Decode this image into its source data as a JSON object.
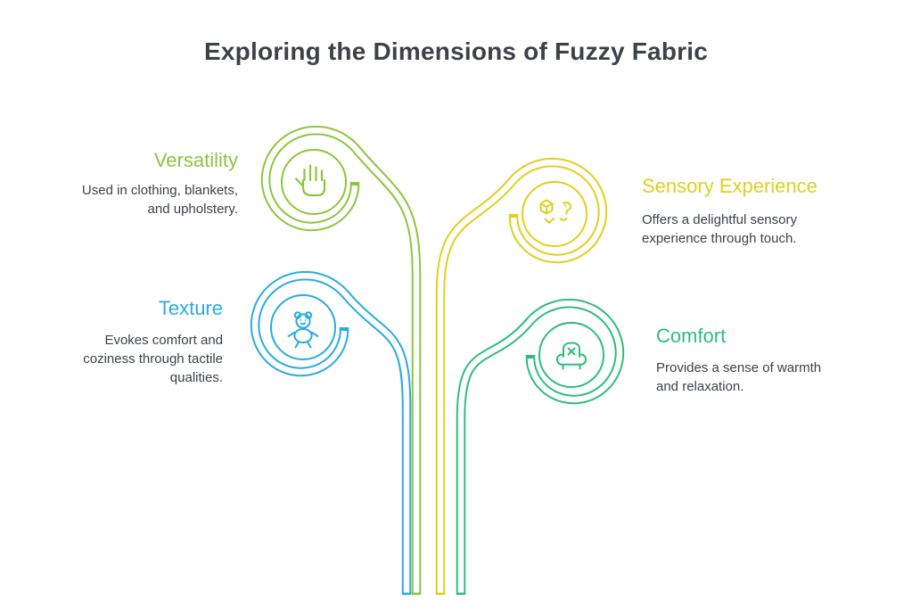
{
  "title": "Exploring the Dimensions of Fuzzy Fabric",
  "colors": {
    "background": "#ffffff",
    "title": "#3d4248",
    "body": "#3d4248",
    "versatility": "#8cc63e",
    "sensory": "#e2cf1d",
    "texture": "#29abe2",
    "comfort": "#2ebd7d"
  },
  "branches": [
    {
      "id": "versatility",
      "label": "Versatility",
      "description": "Used in clothing, blankets, and upholstery.",
      "icon": "hand-icon"
    },
    {
      "id": "sensory",
      "label": "Sensory Experience",
      "description": "Offers a delightful sensory experience through touch.",
      "icon": "touch-cube-icon"
    },
    {
      "id": "texture",
      "label": "Texture",
      "description": "Evokes comfort and coziness through tactile qualities.",
      "icon": "teddy-bear-icon"
    },
    {
      "id": "comfort",
      "label": "Comfort",
      "description": "Provides a sense of warmth and relaxation.",
      "icon": "armchair-icon"
    }
  ]
}
